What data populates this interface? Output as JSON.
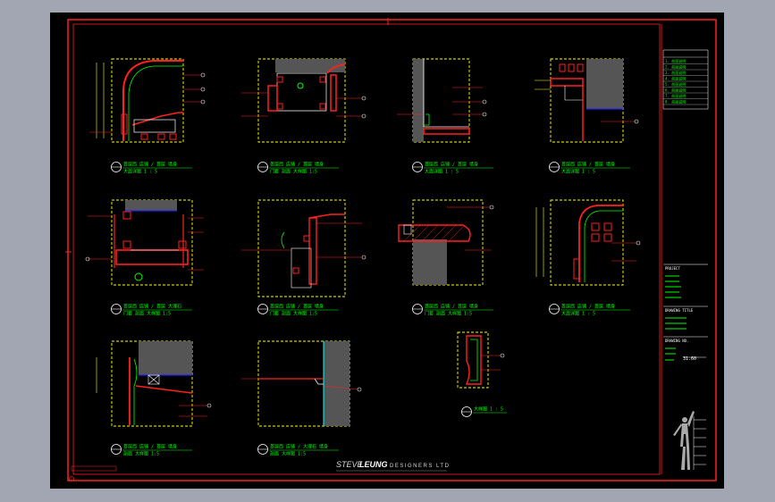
{
  "colors": {
    "outer_bg": "#a1a6b2",
    "sheet_bg": "#000000",
    "border": "#ff2020",
    "detail": "#ffff00",
    "annot": "#00ff00",
    "fill_dark": "#555555",
    "accent_blue": "#2020ff",
    "cyan": "#00ffff",
    "white": "#ffffff"
  },
  "details": [
    {
      "id": "d1",
      "title_1": "首层西 店铺 / 首层 墙身",
      "title_2": "大面详图  1 : 5"
    },
    {
      "id": "d2",
      "title_1": "首层西 店铺 / 首层 墙身",
      "title_2": "门套 剖面 大样图 1:5"
    },
    {
      "id": "d3",
      "title_1": "首层西 店铺 / 首层 墙身",
      "title_2": "大面详图 1 : 5"
    },
    {
      "id": "d4",
      "title_1": "首层西 店铺 / 首层 墙身",
      "title_2": "大面详图 1 : 5"
    },
    {
      "id": "d5",
      "title_1": "首层西 店铺 / 首层 大理石",
      "title_2": "门套 剖面 大样图 1:5"
    },
    {
      "id": "d6",
      "title_1": "首层西 店铺 / 首层 墙身",
      "title_2": "门套 剖面 大样图 1:5"
    },
    {
      "id": "d7",
      "title_1": "首层西 店铺 / 首层 墙身",
      "title_2": "门套 剖面 大样图 1:5"
    },
    {
      "id": "d8",
      "title_1": "首层西 店铺 / 首层 墙身",
      "title_2": "大面详图 1 : 5"
    },
    {
      "id": "d9",
      "title_1": "首层西 店铺 / 首层 墙身",
      "title_2": "剖面 大样图 1:5"
    },
    {
      "id": "d10",
      "title_1": "首层西 店铺 / 大理石 墙身",
      "title_2": "剖面 大样图 1:5"
    },
    {
      "id": "d11",
      "title_1": "",
      "title_2": "大样图  1 : 5"
    }
  ],
  "title_block": {
    "legend_rows": [
      "1. 前面说明",
      "2. 前面说明",
      "3. 前面说明",
      "4. 前面说明",
      "5. 前面说明",
      "6. 前面说明",
      "7. 前面说明",
      "8. 前面说明"
    ],
    "project_label": "PROJECT",
    "drawing_title_label": "DRAWING TITLE",
    "drawing_no_label": "DRAWING NO.",
    "drawing_no": "31.60"
  },
  "brand": {
    "name_left": "STEVE",
    "name_right": "LEUNG",
    "tagline": "DESIGNERS LTD"
  }
}
